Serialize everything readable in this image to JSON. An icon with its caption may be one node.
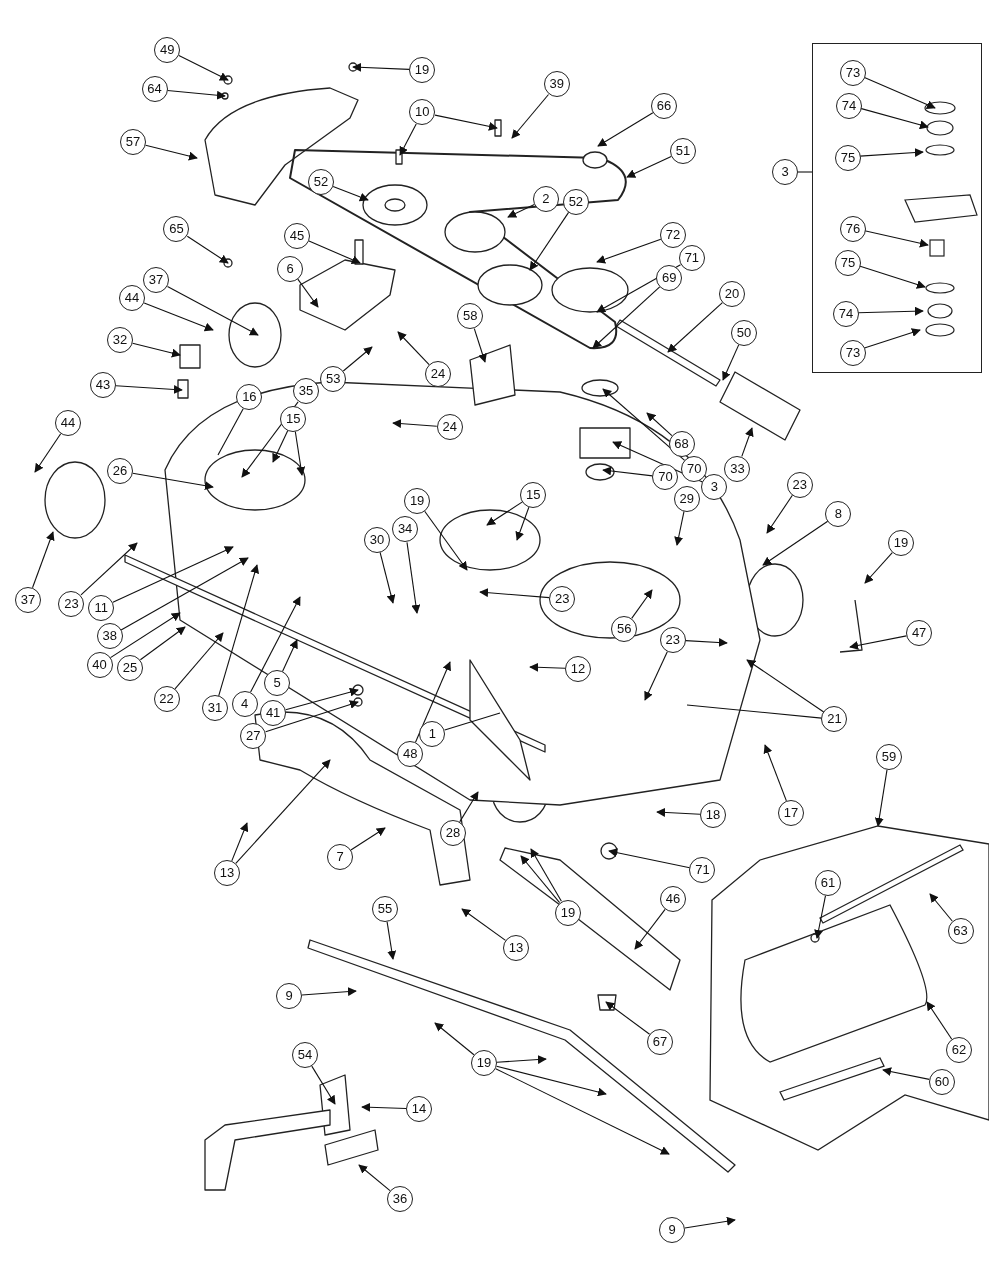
{
  "diagram": {
    "nodes": [
      {
        "text": [
          "49"
        ]
      },
      {
        "text": [
          "19"
        ]
      },
      {
        "text": [
          "64"
        ]
      },
      {
        "text": [
          "10"
        ]
      },
      {
        "text": [
          "39"
        ]
      },
      {
        "text": [
          "66"
        ]
      },
      {
        "text": [],
        "shape": "box"
      },
      {
        "text": [
          "73"
        ],
        "in": 6
      },
      {
        "text": [
          "74"
        ],
        "in": 6
      },
      {
        "text": [
          "57"
        ]
      },
      {
        "text": [
          "51"
        ]
      },
      {
        "text": [
          "75"
        ],
        "in": 6
      },
      {
        "text": [
          "3"
        ]
      },
      {
        "text": [
          "52"
        ]
      },
      {
        "text": [
          "2"
        ]
      },
      {
        "text": [
          "72"
        ]
      },
      {
        "text": [
          "52"
        ]
      },
      {
        "text": [
          "76"
        ],
        "in": 6
      },
      {
        "text": [
          "65"
        ]
      },
      {
        "text": [
          "45"
        ]
      },
      {
        "text": [
          "75"
        ],
        "in": 6
      },
      {
        "text": [
          "71"
        ]
      },
      {
        "text": [
          "6"
        ]
      },
      {
        "text": [
          "37"
        ]
      },
      {
        "text": [
          "20"
        ]
      },
      {
        "text": [
          "44"
        ]
      },
      {
        "text": [
          "74"
        ],
        "in": 6
      },
      {
        "text": [
          "69"
        ]
      },
      {
        "text": [
          "58"
        ]
      },
      {
        "text": [
          "50"
        ]
      },
      {
        "text": [
          "32"
        ]
      },
      {
        "text": [
          "73"
        ],
        "in": 6
      },
      {
        "text": [
          "70"
        ]
      },
      {
        "text": [
          "43"
        ]
      },
      {
        "text": [
          "16"
        ]
      },
      {
        "text": [
          "24"
        ]
      },
      {
        "text": [
          "53"
        ]
      },
      {
        "text": [
          "24"
        ]
      },
      {
        "text": [
          "68"
        ]
      },
      {
        "text": [
          "15"
        ]
      },
      {
        "text": [
          "44"
        ]
      },
      {
        "text": [
          "35"
        ]
      },
      {
        "text": [
          "3"
        ]
      },
      {
        "text": [
          "23"
        ]
      },
      {
        "text": [
          "33"
        ]
      },
      {
        "text": [
          "26"
        ]
      },
      {
        "text": [
          "70"
        ]
      },
      {
        "text": [
          "19"
        ]
      },
      {
        "text": [
          "15"
        ]
      },
      {
        "text": [
          "29"
        ]
      },
      {
        "text": [
          "8"
        ]
      },
      {
        "text": [
          "30"
        ]
      },
      {
        "text": [
          "19"
        ]
      },
      {
        "text": [
          "23"
        ]
      },
      {
        "text": [
          "11"
        ]
      },
      {
        "text": [
          "56"
        ]
      },
      {
        "text": [
          "34"
        ]
      },
      {
        "text": [
          "38"
        ]
      },
      {
        "text": [
          "37"
        ]
      },
      {
        "text": [
          "23"
        ]
      },
      {
        "text": [
          "47"
        ]
      },
      {
        "text": [
          "23"
        ]
      },
      {
        "text": [
          "4"
        ]
      },
      {
        "text": [
          "40"
        ]
      },
      {
        "text": [
          "25"
        ]
      },
      {
        "text": [
          "22"
        ]
      },
      {
        "text": [
          "12"
        ]
      },
      {
        "text": [
          "41"
        ]
      },
      {
        "text": [
          "31"
        ]
      },
      {
        "text": [
          "5"
        ]
      },
      {
        "text": [
          "27"
        ]
      },
      {
        "text": [
          "21"
        ]
      },
      {
        "text": [
          "48"
        ]
      },
      {
        "text": [
          "1"
        ]
      },
      {
        "text": [
          "59"
        ]
      },
      {
        "text": [],
        "shape": "box"
      },
      {
        "text": [
          "18"
        ]
      },
      {
        "text": [
          "17"
        ]
      },
      {
        "text": [
          "7"
        ]
      },
      {
        "text": [
          "28"
        ]
      },
      {
        "text": [
          "71"
        ]
      },
      {
        "text": [
          "13"
        ]
      },
      {
        "text": [
          "61"
        ],
        "in": 75
      },
      {
        "text": [
          "46"
        ]
      },
      {
        "text": [
          "19"
        ]
      },
      {
        "text": [
          "55"
        ]
      },
      {
        "text": [
          "63"
        ],
        "in": 75
      },
      {
        "text": [
          "13"
        ]
      },
      {
        "text": [
          "9"
        ]
      },
      {
        "text": [
          "67"
        ]
      },
      {
        "text": [
          "62"
        ],
        "in": 75
      },
      {
        "text": [
          "54"
        ]
      },
      {
        "text": [
          "19"
        ]
      },
      {
        "text": [
          "60"
        ],
        "in": 75
      },
      {
        "text": [
          "14"
        ]
      },
      {
        "text": [
          "36"
        ]
      },
      {
        "text": [
          "9"
        ]
      }
    ],
    "edges": [
      {
        "from": 0,
        "to": null,
        "arrow": "to"
      },
      {
        "from": 1,
        "to": null,
        "arrow": "to"
      },
      {
        "from": 2,
        "to": null,
        "arrow": "to"
      },
      {
        "from": 3,
        "to": null,
        "arrow": "to"
      },
      {
        "from": 3,
        "to": null,
        "arrow": "to"
      },
      {
        "from": 4,
        "to": null,
        "arrow": "to"
      },
      {
        "from": 5,
        "to": null,
        "arrow": "to"
      },
      {
        "from": 7,
        "to": null,
        "arrow": "to"
      },
      {
        "from": 8,
        "to": null,
        "arrow": "to"
      },
      {
        "from": 9,
        "to": null,
        "arrow": "to"
      },
      {
        "from": 10,
        "to": null,
        "arrow": "to"
      },
      {
        "from": 11,
        "to": null,
        "arrow": "to"
      },
      {
        "from": 12,
        "to": 6,
        "arrow": "none"
      },
      {
        "from": 13,
        "to": null,
        "arrow": "to"
      },
      {
        "from": 14,
        "to": null,
        "arrow": "to"
      },
      {
        "from": 15,
        "to": null,
        "arrow": "to"
      },
      {
        "from": 16,
        "to": null,
        "arrow": "to"
      },
      {
        "from": 17,
        "to": null,
        "arrow": "to"
      },
      {
        "from": 18,
        "to": null,
        "arrow": "to"
      },
      {
        "from": 19,
        "to": null,
        "arrow": "to"
      },
      {
        "from": 20,
        "to": null,
        "arrow": "to"
      },
      {
        "from": 21,
        "to": null,
        "arrow": "to"
      },
      {
        "from": 22,
        "to": null,
        "arrow": "to"
      },
      {
        "from": 23,
        "to": null,
        "arrow": "to"
      },
      {
        "from": 24,
        "to": null,
        "arrow": "to"
      },
      {
        "from": 25,
        "to": null,
        "arrow": "to"
      },
      {
        "from": 26,
        "to": null,
        "arrow": "to"
      },
      {
        "from": 27,
        "to": null,
        "arrow": "to"
      },
      {
        "from": 28,
        "to": null,
        "arrow": "to"
      },
      {
        "from": 29,
        "to": null,
        "arrow": "to"
      },
      {
        "from": 30,
        "to": null,
        "arrow": "to"
      },
      {
        "from": 31,
        "to": null,
        "arrow": "to"
      },
      {
        "from": 32,
        "to": null,
        "arrow": "to"
      },
      {
        "from": 33,
        "to": null,
        "arrow": "to"
      },
      {
        "from": 34,
        "to": null,
        "arrow": "none"
      },
      {
        "from": 35,
        "to": null,
        "arrow": "to"
      },
      {
        "from": 36,
        "to": null,
        "arrow": "to"
      },
      {
        "from": 37,
        "to": null,
        "arrow": "to"
      },
      {
        "from": 38,
        "to": null,
        "arrow": "to"
      },
      {
        "from": 39,
        "to": null,
        "arrow": "to"
      },
      {
        "from": 39,
        "to": null,
        "arrow": "to"
      },
      {
        "from": 40,
        "to": null,
        "arrow": "to"
      },
      {
        "from": 41,
        "to": null,
        "arrow": "to"
      },
      {
        "from": 42,
        "to": null,
        "arrow": "to"
      },
      {
        "from": 43,
        "to": null,
        "arrow": "to"
      },
      {
        "from": 44,
        "to": null,
        "arrow": "to"
      },
      {
        "from": 45,
        "to": null,
        "arrow": "to"
      },
      {
        "from": 46,
        "to": null,
        "arrow": "to"
      },
      {
        "from": 47,
        "to": null,
        "arrow": "to"
      },
      {
        "from": 48,
        "to": null,
        "arrow": "to"
      },
      {
        "from": 48,
        "to": null,
        "arrow": "to"
      },
      {
        "from": 49,
        "to": null,
        "arrow": "to"
      },
      {
        "from": 50,
        "to": null,
        "arrow": "to"
      },
      {
        "from": 51,
        "to": null,
        "arrow": "to"
      },
      {
        "from": 52,
        "to": null,
        "arrow": "to"
      },
      {
        "from": 53,
        "to": null,
        "arrow": "to"
      },
      {
        "from": 54,
        "to": null,
        "arrow": "to"
      },
      {
        "from": 55,
        "to": null,
        "arrow": "to"
      },
      {
        "from": 56,
        "to": null,
        "arrow": "to"
      },
      {
        "from": 57,
        "to": null,
        "arrow": "to"
      },
      {
        "from": 58,
        "to": null,
        "arrow": "to"
      },
      {
        "from": 59,
        "to": null,
        "arrow": "to"
      },
      {
        "from": 60,
        "to": null,
        "arrow": "to"
      },
      {
        "from": 61,
        "to": null,
        "arrow": "to"
      },
      {
        "from": 61,
        "to": null,
        "arrow": "to"
      },
      {
        "from": 62,
        "to": null,
        "arrow": "to"
      },
      {
        "from": 63,
        "to": null,
        "arrow": "to"
      },
      {
        "from": 64,
        "to": null,
        "arrow": "to"
      },
      {
        "from": 65,
        "to": null,
        "arrow": "to"
      },
      {
        "from": 66,
        "to": null,
        "arrow": "to"
      },
      {
        "from": 67,
        "to": null,
        "arrow": "to"
      },
      {
        "from": 68,
        "to": null,
        "arrow": "to"
      },
      {
        "from": 69,
        "to": null,
        "arrow": "to"
      },
      {
        "from": 70,
        "to": null,
        "arrow": "to"
      },
      {
        "from": 71,
        "to": null,
        "arrow": "to"
      },
      {
        "from": 71,
        "to": null,
        "arrow": "none"
      },
      {
        "from": 72,
        "to": null,
        "arrow": "to"
      },
      {
        "from": 73,
        "to": null,
        "arrow": "none"
      },
      {
        "from": 74,
        "to": 75,
        "arrow": "to"
      },
      {
        "from": 76,
        "to": null,
        "arrow": "to"
      },
      {
        "from": 77,
        "to": null,
        "arrow": "to"
      },
      {
        "from": 78,
        "to": null,
        "arrow": "to"
      },
      {
        "from": 79,
        "to": null,
        "arrow": "to"
      },
      {
        "from": 80,
        "to": null,
        "arrow": "to"
      },
      {
        "from": 81,
        "to": null,
        "arrow": "to"
      },
      {
        "from": 81,
        "to": null,
        "arrow": "to"
      },
      {
        "from": 82,
        "to": null,
        "arrow": "to"
      },
      {
        "from": 83,
        "to": null,
        "arrow": "to"
      },
      {
        "from": 84,
        "to": null,
        "arrow": "to"
      },
      {
        "from": 84,
        "to": null,
        "arrow": "to"
      },
      {
        "from": 85,
        "to": null,
        "arrow": "to"
      },
      {
        "from": 86,
        "to": null,
        "arrow": "to"
      },
      {
        "from": 87,
        "to": null,
        "arrow": "to"
      },
      {
        "from": 88,
        "to": null,
        "arrow": "to"
      },
      {
        "from": 89,
        "to": null,
        "arrow": "to"
      },
      {
        "from": 90,
        "to": null,
        "arrow": "to"
      },
      {
        "from": 91,
        "to": null,
        "arrow": "to"
      },
      {
        "from": 92,
        "to": null,
        "arrow": "to"
      },
      {
        "from": 92,
        "to": null,
        "arrow": "to"
      },
      {
        "from": 92,
        "to": null,
        "arrow": "to"
      },
      {
        "from": 92,
        "to": null,
        "arrow": "to"
      },
      {
        "from": 93,
        "to": null,
        "arrow": "to"
      },
      {
        "from": 94,
        "to": null,
        "arrow": "to"
      },
      {
        "from": 95,
        "to": null,
        "arrow": "to"
      },
      {
        "from": 96,
        "to": null,
        "arrow": "to"
      }
    ]
  }
}
